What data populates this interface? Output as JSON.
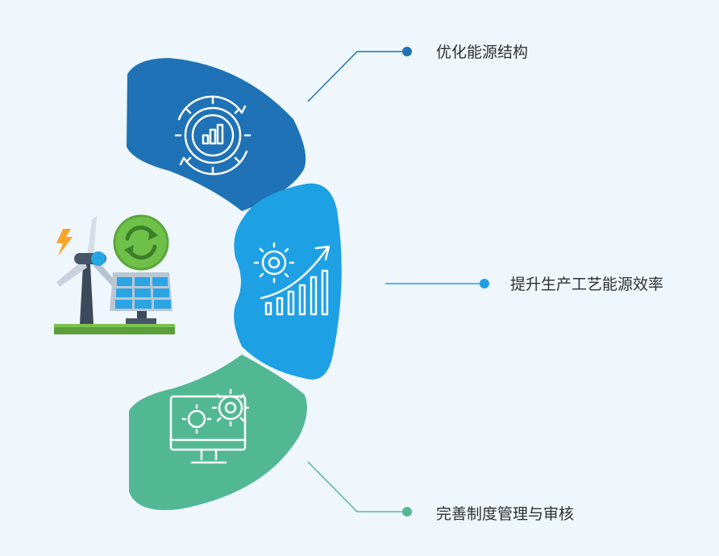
{
  "colors": {
    "background": "#eff7fc",
    "segment_top": "#1f72b6",
    "segment_middle": "#1da0e4",
    "segment_bottom": "#52b893",
    "text": "#2f2f2f"
  },
  "items": [
    {
      "label": "优化能源结构",
      "icon": "gear-bar-chart-icon",
      "color": "#1f72b6"
    },
    {
      "label": "提升生产工艺能源效率",
      "icon": "gear-growth-chart-icon",
      "color": "#1da0e4"
    },
    {
      "label": "完善制度管理与审核",
      "icon": "monitor-gears-icon",
      "color": "#52b893"
    }
  ],
  "hub": {
    "icon": "renewable-energy-icon"
  }
}
